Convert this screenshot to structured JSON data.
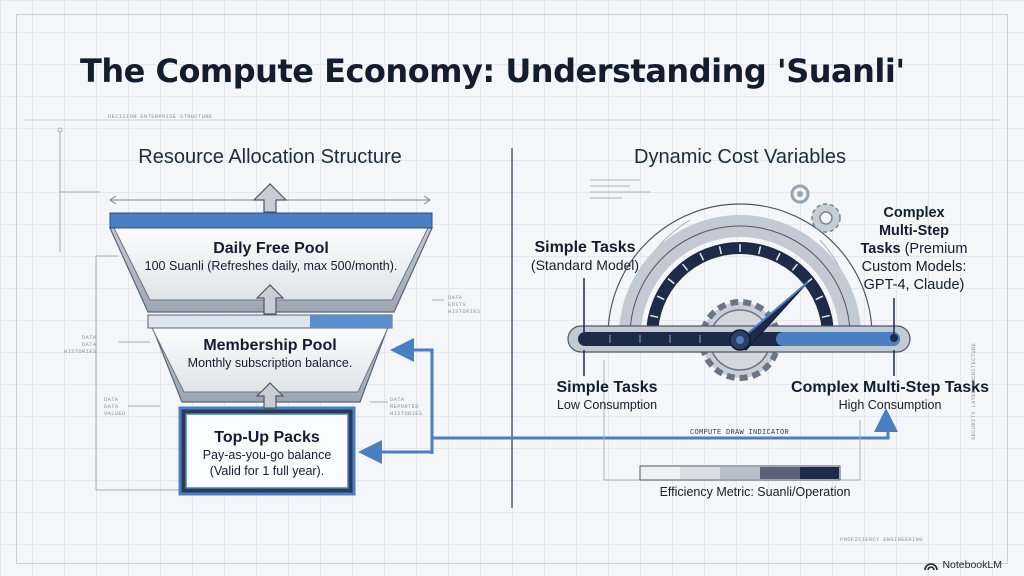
{
  "title": "The Compute Economy: Understanding 'Suanli'",
  "blueprint_header": "DECISION ENTERPRISE STRUCTURE",
  "left": {
    "header": "Resource Allocation Structure",
    "tiers": [
      {
        "name": "Daily Free Pool",
        "desc": "100 Suanli (Refreshes daily, max 500/month)."
      },
      {
        "name": "Membership Pool",
        "desc": "Monthly subscription balance."
      },
      {
        "name": "Top-Up Packs",
        "desc": "Pay-as-you-go balance",
        "desc2": "(Valid for 1 full year)."
      }
    ],
    "annotations": {
      "right_top": [
        "DATA",
        "EDITS",
        "HISTORIES"
      ],
      "left_mid": [
        "DATA",
        "DATA",
        "HISTORIES"
      ],
      "left_low": [
        "DATA",
        "DATA",
        "VALUED"
      ],
      "right_low": [
        "DATA",
        "REPORTED",
        "HISTORIES"
      ]
    }
  },
  "right": {
    "header": "Dynamic Cost Variables",
    "simple_top": {
      "name": "Simple Tasks",
      "desc": "(Standard Model)"
    },
    "complex_top": {
      "line1": "Complex",
      "line2": "Multi-Step",
      "line3": "Tasks",
      "line3_rest": " (Premium",
      "line4": "Custom Models:",
      "line5": "GPT-4, Claude)"
    },
    "simple_bottom": {
      "name": "Simple Tasks",
      "desc": "Low Consumption"
    },
    "complex_bottom": {
      "name": "Complex Multi-Step Tasks",
      "desc": "High Consumption"
    },
    "indicator_label": "COMPUTE DRAW INDICATOR",
    "efficiency_label": "Efficiency Metric: Suanli/Operation",
    "side_note": "SECURITY LAYER ARCHITECTURE",
    "bottom_note": "PROFICIENCY ENGINEERING"
  },
  "brand": "NotebookLM",
  "colors": {
    "accent": "#4a7fc4",
    "dark": "#1d2b48",
    "steel": "#b8c0cc"
  }
}
